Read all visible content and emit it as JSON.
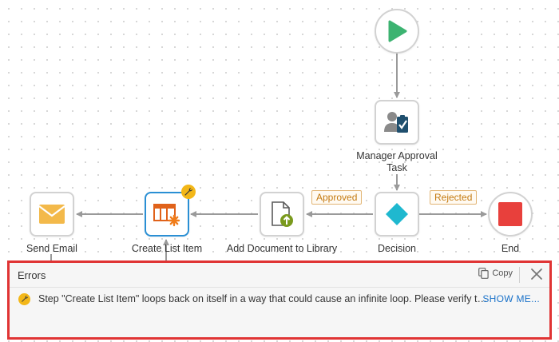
{
  "workflow": {
    "nodes": {
      "start": {
        "icon": "play-icon"
      },
      "manager_approval": {
        "label": "Manager Approval Task",
        "icon": "approval-task-icon"
      },
      "decision": {
        "label": "Decision",
        "icon": "decision-diamond-icon"
      },
      "end": {
        "label": "End",
        "icon": "stop-icon"
      },
      "add_document": {
        "label": "Add Document to Library",
        "icon": "document-upload-icon"
      },
      "create_list_item": {
        "label": "Create List Item",
        "icon": "list-item-icon",
        "warning_icon": "wrench-icon"
      },
      "send_email": {
        "label": "Send Email",
        "icon": "envelope-icon"
      }
    },
    "branches": {
      "approved": "Approved",
      "rejected": "Rejected"
    }
  },
  "errors_panel": {
    "title": "Errors",
    "copy_label": "Copy",
    "copy_icon": "copy-icon",
    "close_icon": "close-icon",
    "errors": [
      {
        "icon": "wrench-icon",
        "message": "Step \"Create List Item\" loops back on itself in a way that could cause an infinite loop. Please verify the workflow path.",
        "action": "SHOW ME..."
      }
    ]
  },
  "colors": {
    "accent": "#2a8fd4",
    "error_border": "#e03434",
    "warning": "#f3b718",
    "play": "#3cb371",
    "stop": "#e8403c",
    "decision": "#1fb8cf",
    "branch_tag": "#c47a10",
    "link": "#1a72c9"
  }
}
